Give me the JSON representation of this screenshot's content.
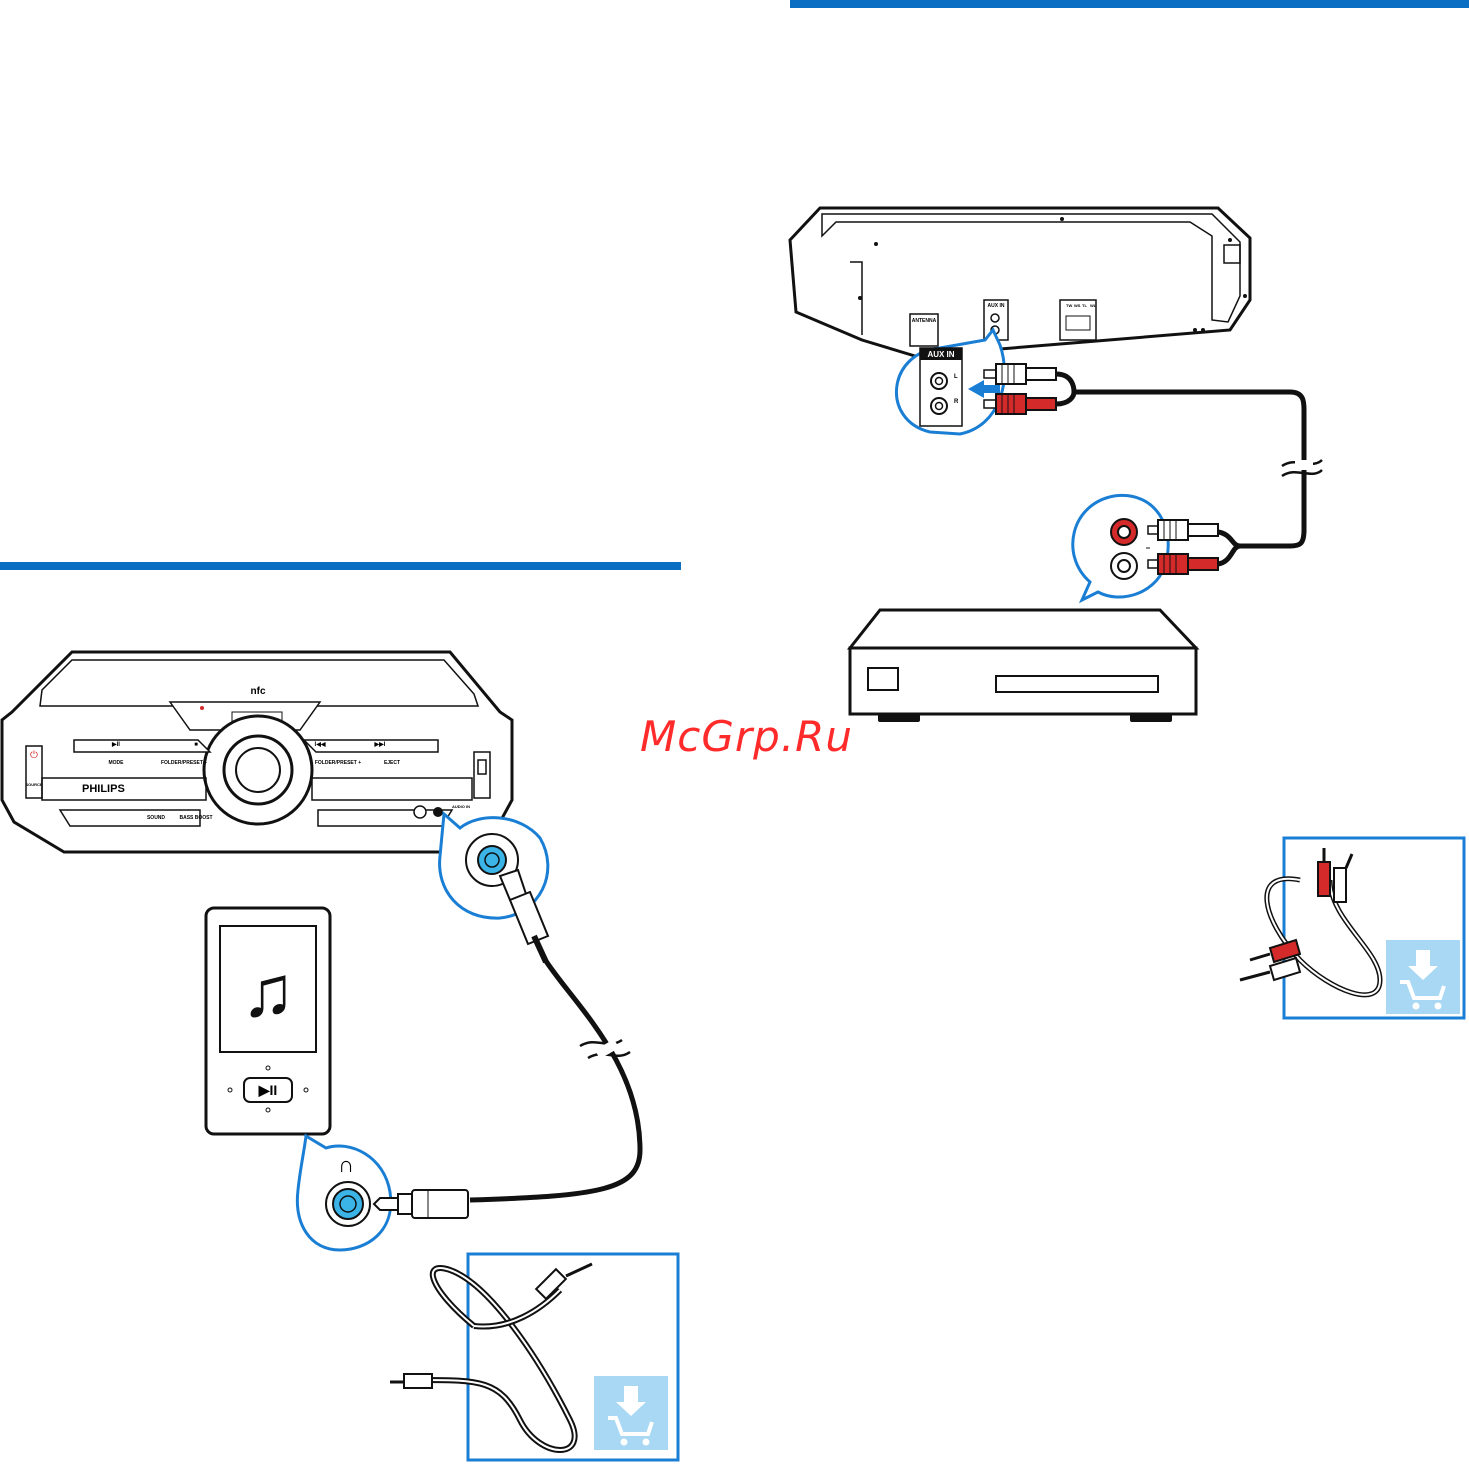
{
  "device": {
    "brand": "PHILIPS",
    "nfc_label": "nfc",
    "buttons": [
      "▶II",
      "■",
      "I◀◀",
      "▶▶I"
    ],
    "button_captions": [
      "MODE",
      "FOLDER/PRESET –",
      "FOLDER/PRESET +",
      "EJECT"
    ],
    "source_label": "SOURCE",
    "sound_label": "SOUND",
    "bass_label": "BASS BOOST",
    "audio_in_label": "AUDIO IN"
  },
  "rear_panel": {
    "antenna_label": "ANTENNA",
    "aux_label": "AUX IN",
    "speaker_labels": [
      "TW",
      "WS",
      "TL",
      "WL"
    ],
    "aux_zoom_title": "AUX IN",
    "aux_zoom_left": "L",
    "aux_zoom_right": "R"
  },
  "watermark": "McGrp.Ru",
  "colors": {
    "accent": "#0a6fc2",
    "jack": "#3bb4e8",
    "red_plug": "#d42a2a",
    "download_box": "#a8d8f4"
  }
}
